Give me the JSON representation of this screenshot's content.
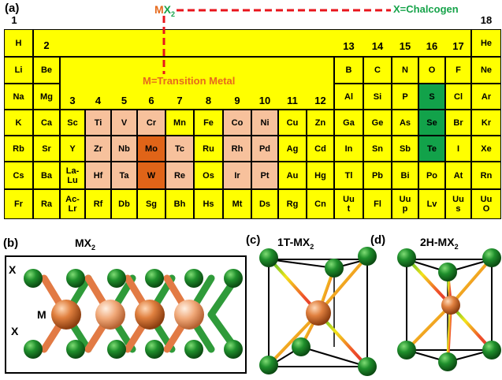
{
  "colors": {
    "yellow": "#ffff00",
    "transition": "#f7c19c",
    "selected_metal": "#e06418",
    "chalcogen": "#12a24a",
    "accent_orange": "#e66a1c",
    "chalcogen_text": "#16a34a",
    "dash_red": "#e8141b"
  },
  "panels": {
    "a": "(a)",
    "b": "(b)",
    "c": "(c)",
    "d": "(d)"
  },
  "header": {
    "mx2_m": "M",
    "mx2_x": "X",
    "mx2_sub": "2",
    "chalcogen_label": "X=Chalcogen",
    "transition_label": "M=Transition Metal"
  },
  "group_numbers": [
    "1",
    "2",
    "3",
    "4",
    "5",
    "6",
    "7",
    "8",
    "9",
    "10",
    "11",
    "12",
    "13",
    "14",
    "15",
    "16",
    "17",
    "18"
  ],
  "periodic_table": [
    {
      "sym": "H",
      "col": 1,
      "row": 1
    },
    {
      "sym": "He",
      "col": 18,
      "row": 1
    },
    {
      "sym": "Li",
      "col": 1,
      "row": 2
    },
    {
      "sym": "Be",
      "col": 2,
      "row": 2
    },
    {
      "sym": "B",
      "col": 13,
      "row": 2
    },
    {
      "sym": "C",
      "col": 14,
      "row": 2
    },
    {
      "sym": "N",
      "col": 15,
      "row": 2
    },
    {
      "sym": "O",
      "col": 16,
      "row": 2
    },
    {
      "sym": "F",
      "col": 17,
      "row": 2
    },
    {
      "sym": "Ne",
      "col": 18,
      "row": 2
    },
    {
      "sym": "Na",
      "col": 1,
      "row": 3
    },
    {
      "sym": "Mg",
      "col": 2,
      "row": 3
    },
    {
      "sym": "Al",
      "col": 13,
      "row": 3
    },
    {
      "sym": "Si",
      "col": 14,
      "row": 3
    },
    {
      "sym": "P",
      "col": 15,
      "row": 3
    },
    {
      "sym": "S",
      "col": 16,
      "row": 3,
      "kind": "chalcogen"
    },
    {
      "sym": "Cl",
      "col": 17,
      "row": 3
    },
    {
      "sym": "Ar",
      "col": 18,
      "row": 3
    },
    {
      "sym": "K",
      "col": 1,
      "row": 4
    },
    {
      "sym": "Ca",
      "col": 2,
      "row": 4
    },
    {
      "sym": "Sc",
      "col": 3,
      "row": 4
    },
    {
      "sym": "Ti",
      "col": 4,
      "row": 4,
      "kind": "tm"
    },
    {
      "sym": "V",
      "col": 5,
      "row": 4,
      "kind": "tm"
    },
    {
      "sym": "Cr",
      "col": 6,
      "row": 4,
      "kind": "tm"
    },
    {
      "sym": "Mn",
      "col": 7,
      "row": 4
    },
    {
      "sym": "Fe",
      "col": 8,
      "row": 4
    },
    {
      "sym": "Co",
      "col": 9,
      "row": 4,
      "kind": "tm"
    },
    {
      "sym": "Ni",
      "col": 10,
      "row": 4,
      "kind": "tm"
    },
    {
      "sym": "Cu",
      "col": 11,
      "row": 4
    },
    {
      "sym": "Zn",
      "col": 12,
      "row": 4
    },
    {
      "sym": "Ga",
      "col": 13,
      "row": 4
    },
    {
      "sym": "Ge",
      "col": 14,
      "row": 4
    },
    {
      "sym": "As",
      "col": 15,
      "row": 4
    },
    {
      "sym": "Se",
      "col": 16,
      "row": 4,
      "kind": "chalcogen"
    },
    {
      "sym": "Br",
      "col": 17,
      "row": 4
    },
    {
      "sym": "Kr",
      "col": 18,
      "row": 4
    },
    {
      "sym": "Rb",
      "col": 1,
      "row": 5
    },
    {
      "sym": "Sr",
      "col": 2,
      "row": 5
    },
    {
      "sym": "Y",
      "col": 3,
      "row": 5
    },
    {
      "sym": "Zr",
      "col": 4,
      "row": 5,
      "kind": "tm"
    },
    {
      "sym": "Nb",
      "col": 5,
      "row": 5,
      "kind": "tm"
    },
    {
      "sym": "Mo",
      "col": 6,
      "row": 5,
      "kind": "sel"
    },
    {
      "sym": "Tc",
      "col": 7,
      "row": 5,
      "kind": "tm"
    },
    {
      "sym": "Ru",
      "col": 8,
      "row": 5
    },
    {
      "sym": "Rh",
      "col": 9,
      "row": 5,
      "kind": "tm"
    },
    {
      "sym": "Pd",
      "col": 10,
      "row": 5,
      "kind": "tm"
    },
    {
      "sym": "Ag",
      "col": 11,
      "row": 5
    },
    {
      "sym": "Cd",
      "col": 12,
      "row": 5
    },
    {
      "sym": "In",
      "col": 13,
      "row": 5
    },
    {
      "sym": "Sn",
      "col": 14,
      "row": 5
    },
    {
      "sym": "Sb",
      "col": 15,
      "row": 5
    },
    {
      "sym": "Te",
      "col": 16,
      "row": 5,
      "kind": "chalcogen"
    },
    {
      "sym": "I",
      "col": 17,
      "row": 5
    },
    {
      "sym": "Xe",
      "col": 18,
      "row": 5
    },
    {
      "sym": "Cs",
      "col": 1,
      "row": 6
    },
    {
      "sym": "Ba",
      "col": 2,
      "row": 6
    },
    {
      "sym": "La-\nLu",
      "col": 3,
      "row": 6
    },
    {
      "sym": "Hf",
      "col": 4,
      "row": 6,
      "kind": "tm"
    },
    {
      "sym": "Ta",
      "col": 5,
      "row": 6,
      "kind": "tm"
    },
    {
      "sym": "W",
      "col": 6,
      "row": 6,
      "kind": "sel"
    },
    {
      "sym": "Re",
      "col": 7,
      "row": 6,
      "kind": "tm"
    },
    {
      "sym": "Os",
      "col": 8,
      "row": 6
    },
    {
      "sym": "Ir",
      "col": 9,
      "row": 6,
      "kind": "tm"
    },
    {
      "sym": "Pt",
      "col": 10,
      "row": 6,
      "kind": "tm"
    },
    {
      "sym": "Au",
      "col": 11,
      "row": 6
    },
    {
      "sym": "Hg",
      "col": 12,
      "row": 6
    },
    {
      "sym": "Tl",
      "col": 13,
      "row": 6
    },
    {
      "sym": "Pb",
      "col": 14,
      "row": 6
    },
    {
      "sym": "Bi",
      "col": 15,
      "row": 6
    },
    {
      "sym": "Po",
      "col": 16,
      "row": 6
    },
    {
      "sym": "At",
      "col": 17,
      "row": 6
    },
    {
      "sym": "Rn",
      "col": 18,
      "row": 6
    },
    {
      "sym": "Fr",
      "col": 1,
      "row": 7
    },
    {
      "sym": "Ra",
      "col": 2,
      "row": 7
    },
    {
      "sym": "Ac-\nLr",
      "col": 3,
      "row": 7
    },
    {
      "sym": "Rf",
      "col": 4,
      "row": 7
    },
    {
      "sym": "Db",
      "col": 5,
      "row": 7
    },
    {
      "sym": "Sg",
      "col": 6,
      "row": 7
    },
    {
      "sym": "Bh",
      "col": 7,
      "row": 7
    },
    {
      "sym": "Hs",
      "col": 8,
      "row": 7
    },
    {
      "sym": "Mt",
      "col": 9,
      "row": 7
    },
    {
      "sym": "Ds",
      "col": 10,
      "row": 7
    },
    {
      "sym": "Rg",
      "col": 11,
      "row": 7
    },
    {
      "sym": "Cn",
      "col": 12,
      "row": 7
    },
    {
      "sym": "Uu\nt",
      "col": 13,
      "row": 7
    },
    {
      "sym": "Fl",
      "col": 14,
      "row": 7
    },
    {
      "sym": "Uu\np",
      "col": 15,
      "row": 7
    },
    {
      "sym": "Lv",
      "col": 16,
      "row": 7
    },
    {
      "sym": "Uu\ns",
      "col": 17,
      "row": 7
    },
    {
      "sym": "Uu\nO",
      "col": 18,
      "row": 7
    }
  ],
  "structures": {
    "b_title_main": "MX",
    "b_title_sub": "2",
    "b_label_x_top": "X",
    "b_label_m": "M",
    "b_label_x_bottom": "X",
    "c_title_main": "1T-MX",
    "c_title_sub": "2",
    "d_title_main": "2H-MX",
    "d_title_sub": "2"
  }
}
